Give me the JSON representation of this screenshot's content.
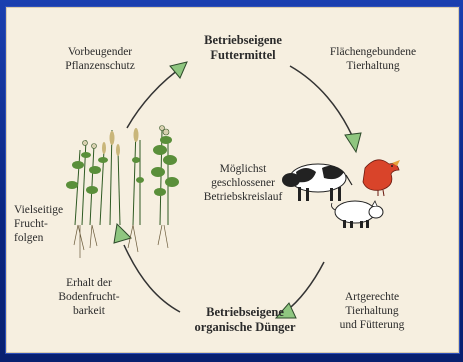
{
  "labels": {
    "top_center": "Betriebseigene\nFuttermittel",
    "top_left": "Vorbeugender\nPflanzenschutz",
    "top_right": "Flächengebundene\nTierhaltung",
    "center": "Möglichst\ngeschlossener\nBetriebskreislauf",
    "left": "Vielseitige\nFrucht-\nfolgen",
    "bottom_left": "Erhalt der\nBodenfrucht-\nbarkeit",
    "bottom_center": "Betriebseigene\norganische Dünger",
    "bottom_right": "Artgerechte\nTierhaltung\nund Fütterung"
  },
  "colors": {
    "arrow_line": "#333333",
    "arrow_head": "#8fc680",
    "arrow_head_stroke": "#2d4a2a",
    "panel_bg": "#f6efe0",
    "border_blue": "#0b2a8c"
  },
  "icons": [
    "plants-illustration",
    "cow-icon",
    "chicken-icon",
    "pig-icon"
  ]
}
